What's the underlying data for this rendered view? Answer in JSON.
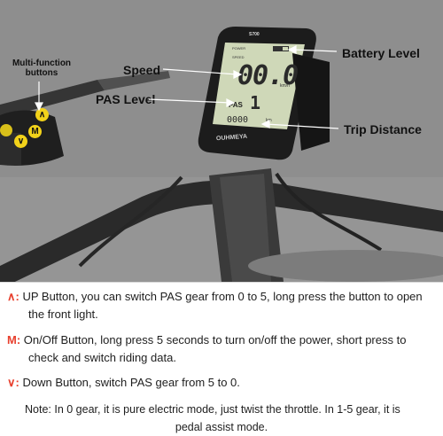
{
  "callouts": {
    "multi_function_buttons": [
      "Multi-function",
      "buttons"
    ],
    "speed": "Speed",
    "pas_level": "PAS Level",
    "battery_level": "Battery Level",
    "trip_distance": "Trip Distance"
  },
  "display": {
    "brand": "OUHMEYA",
    "model": "S700",
    "power_label": "POWER",
    "speed_label": "SPEED",
    "speed_value": "00.0",
    "speed_unit": "km/h",
    "pas_label": "PAS",
    "pas_value": "1",
    "trip_value": "0000",
    "trip_unit": "km"
  },
  "buttons": {
    "up": "∧",
    "mode": "M",
    "down": "∨"
  },
  "instructions": {
    "up": {
      "symbol": "∧:",
      "line1": " UP Button, you can switch PAS gear from 0 to 5, long press the button to open",
      "line2": "the front light."
    },
    "mode": {
      "symbol": "M:",
      "line1": " On/Off Button, long press 5 seconds to turn on/off the power, short press to",
      "line2": "check and switch riding data."
    },
    "down": {
      "symbol": "∨:",
      "line1": " Down Button,  switch PAS gear from 5 to 0."
    },
    "note": {
      "line1": "Note: In 0 gear, it is pure electric mode, just twist the throttle. In 1-5 gear, it is",
      "line2": "pedal assist mode."
    }
  },
  "colors": {
    "accent_red": "#e8402e",
    "button_yellow": "#f2d21a",
    "lcd_green": "#cfd8b8",
    "background_gray": "#8f8f8f"
  }
}
